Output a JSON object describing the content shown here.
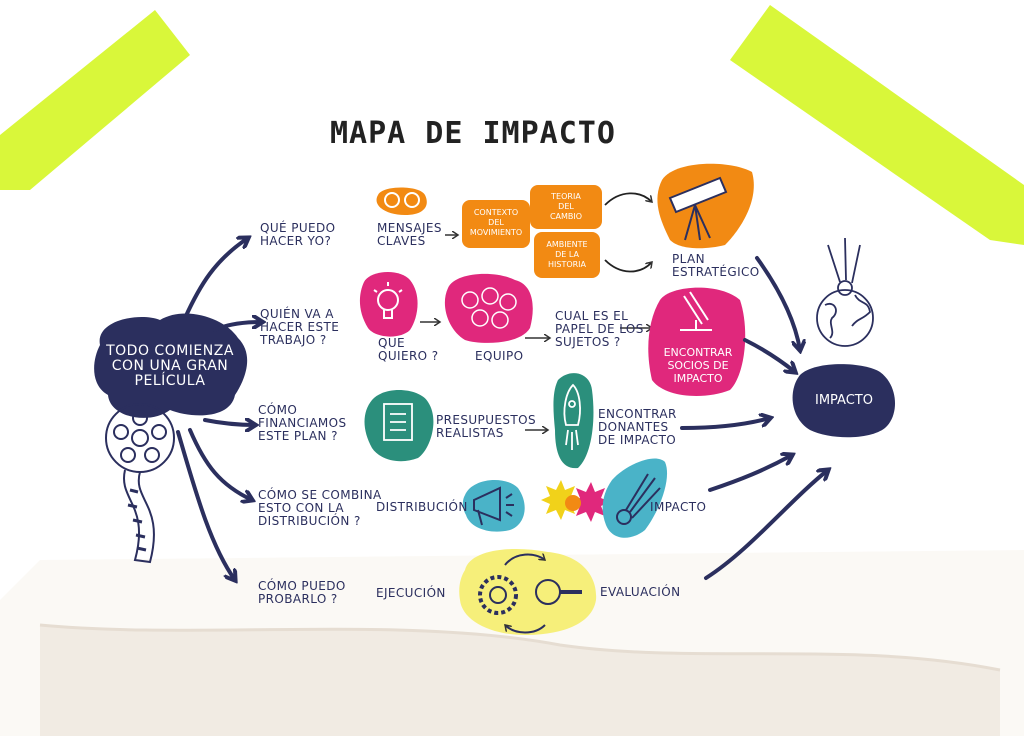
{
  "title": "MAPA DE IMPACTO",
  "colors": {
    "navy": "#2b2f5e",
    "orange": "#f28a13",
    "magenta": "#e0287c",
    "teal": "#2b8f7c",
    "cyan": "#4ab3c8",
    "yellow": "#f6ef7a",
    "lime": "#d9f73a"
  },
  "start": {
    "label": "TODO COMIENZA\nCON UNA GRAN\nPELÍCULA"
  },
  "end": {
    "label": "IMPACTO"
  },
  "questions": [
    "QUÉ PUEDO\nHACER YO?",
    "QUIÉN VA A\nHACER ESTE\nTRABAJO ?",
    "CÓMO\nFINANCIAMOS\nESTE PLAN ?",
    "CÓMO SE COMBINA\nESTO CON LA\nDISTRIBUCIÓN ?",
    "CÓMO PUEDO\nPROBARLO ?"
  ],
  "row1": {
    "mensajes": "MENSAJES\nCLAVES",
    "contexto": "CONTEXTO\nDEL\nMOVIMIENTO",
    "teoria": "TEORIA\nDEL\nCAMBIO",
    "ambiente": "AMBIENTE\nDE LA\nHISTORIA",
    "plan": "PLAN\nESTRATÉGICO"
  },
  "row2": {
    "que_quiero": "QUE\nQUIERO ?",
    "equipo": "EQUIPO",
    "papel": "CUAL ES EL\nPAPEL DE LOS\nSUJETOS ?",
    "socios": "ENCONTRAR\nSOCIOS DE\nIMPACTO"
  },
  "row3": {
    "presupuestos": "PRESUPUESTOS\nREALISTAS",
    "donantes": "ENCONTRAR\nDONANTES\nDE IMPACTO"
  },
  "row4": {
    "distribucion": "DISTRIBUCIÓN",
    "impacto": "IMPACTO"
  },
  "row5": {
    "ejecucion": "EJECUCIÓN",
    "evaluacion": "EVALUACIÓN"
  },
  "icons": [
    "binoculars-icon",
    "telescope-icon",
    "lightbulb-icon",
    "team-heads-icon",
    "microscope-icon",
    "checklist-icon",
    "rocket-icon",
    "megaphone-icon",
    "starburst-icon",
    "meteor-icon",
    "gears-magnifier-icon",
    "earth-meteor-icon",
    "film-reel-icon"
  ]
}
